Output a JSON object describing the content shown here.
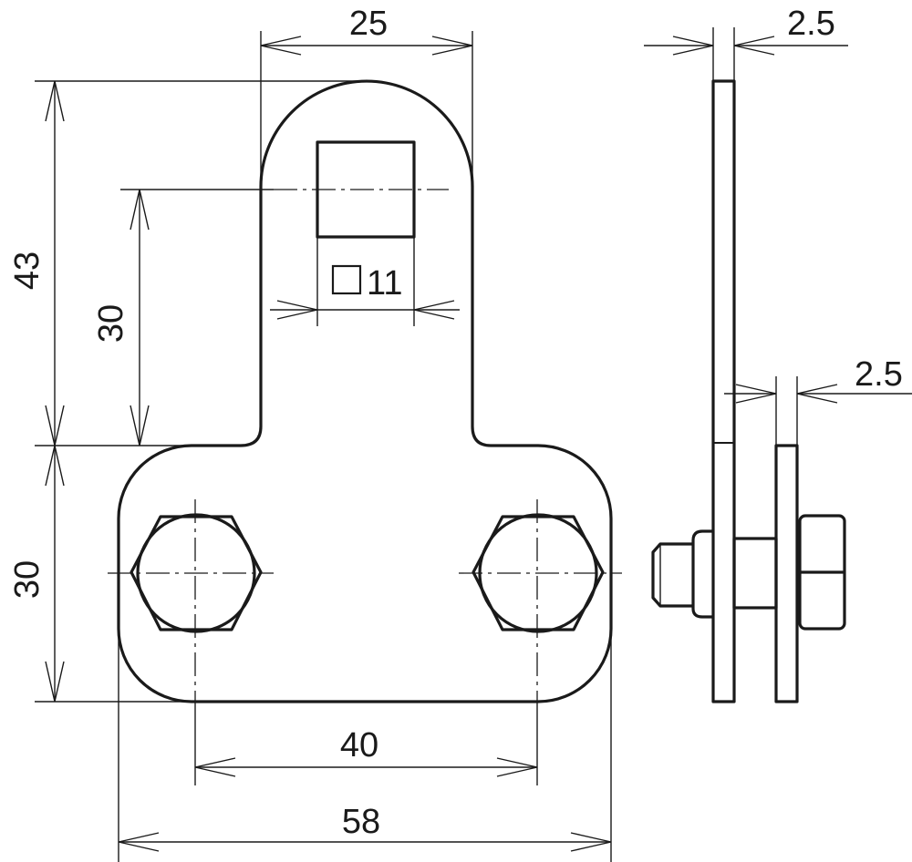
{
  "dimensions": {
    "tab_width": "25",
    "total_height": "43",
    "hole_center_height": "30",
    "square_hole": "11",
    "plate_height": "30",
    "bolt_spacing": "40",
    "plate_width": "58",
    "thickness_top": "2.5",
    "thickness_side": "2.5"
  },
  "colors": {
    "line": "#1a1a1a",
    "background": "#ffffff"
  },
  "icons": {
    "square_symbol": "square-hole-symbol"
  }
}
